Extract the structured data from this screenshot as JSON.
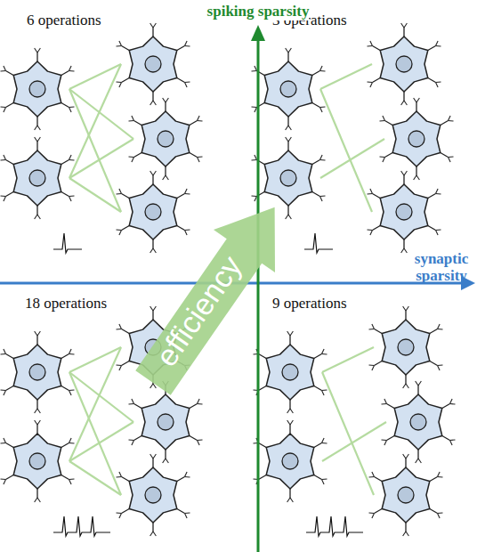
{
  "diagram": {
    "labels": [
      "6 operations",
      "3 operations",
      "18 operations",
      "9 operations",
      "spiking sparsity",
      "synaptic sparsity",
      "efficiency"
    ]
  }
}
